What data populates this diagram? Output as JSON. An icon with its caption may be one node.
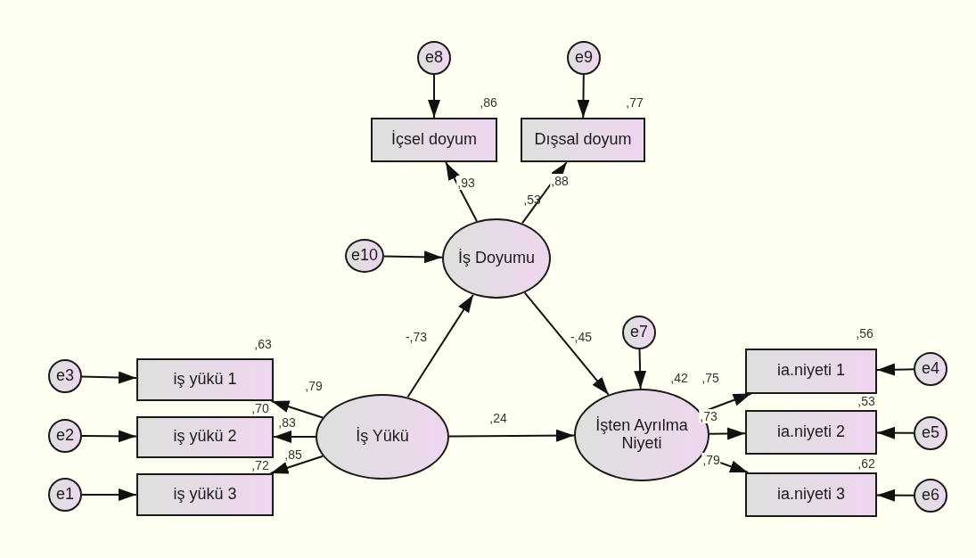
{
  "diagram": {
    "nodes": [
      {
        "text": [
          "e8"
        ]
      },
      {
        "text": [
          "e9"
        ]
      },
      {
        "text": [
          "İçsel doyum"
        ],
        "beside": [
          ",86"
        ]
      },
      {
        "text": [
          "Dışsal doyum"
        ],
        "beside": [
          ",77"
        ]
      },
      {
        "text": [
          "e10"
        ]
      },
      {
        "text": [
          "İş Doyumu"
        ],
        "beside": [
          ",53"
        ]
      },
      {
        "text": [
          "e3"
        ]
      },
      {
        "text": [
          "iş yükü 1"
        ],
        "beside": [
          ",63"
        ]
      },
      {
        "text": [
          "e2"
        ]
      },
      {
        "text": [
          "iş yükü 2"
        ],
        "beside": [
          ",70"
        ]
      },
      {
        "text": [
          "e1"
        ]
      },
      {
        "text": [
          "iş yükü 3"
        ],
        "beside": [
          ",72"
        ]
      },
      {
        "text": [
          "İş Yükü"
        ]
      },
      {
        "text": [
          "e7"
        ]
      },
      {
        "text": [
          "İşten Ayrılma Niyeti"
        ],
        "beside": [
          ",42"
        ]
      },
      {
        "text": [
          "ia.niyeti 1"
        ],
        "beside": [
          ",56"
        ]
      },
      {
        "text": [
          "ia.niyeti 2"
        ],
        "beside": [
          ",53"
        ]
      },
      {
        "text": [
          "ia.niyeti 3"
        ],
        "beside": [
          ",62"
        ]
      },
      {
        "text": [
          "e4"
        ]
      },
      {
        "text": [
          "e5"
        ]
      },
      {
        "text": [
          "e6"
        ]
      }
    ],
    "edges": [
      {
        "from": 0,
        "to": 2,
        "arrow": "to"
      },
      {
        "from": 1,
        "to": 3,
        "arrow": "to"
      },
      {
        "from": 5,
        "to": 2,
        "arrow": "to",
        "label": ",93"
      },
      {
        "from": 5,
        "to": 3,
        "arrow": "to",
        "label": ",88"
      },
      {
        "from": 4,
        "to": 5,
        "arrow": "to"
      },
      {
        "from": 6,
        "to": 7,
        "arrow": "to"
      },
      {
        "from": 8,
        "to": 9,
        "arrow": "to"
      },
      {
        "from": 10,
        "to": 11,
        "arrow": "to"
      },
      {
        "from": 12,
        "to": 7,
        "arrow": "to",
        "label": ",79"
      },
      {
        "from": 12,
        "to": 9,
        "arrow": "to",
        "label": ",83"
      },
      {
        "from": 12,
        "to": 11,
        "arrow": "to",
        "label": ",85"
      },
      {
        "from": 12,
        "to": 5,
        "arrow": "to",
        "label": "-,73"
      },
      {
        "from": 5,
        "to": 14,
        "arrow": "to",
        "label": "-,45"
      },
      {
        "from": 12,
        "to": 14,
        "arrow": "to",
        "label": ",24"
      },
      {
        "from": 13,
        "to": 14,
        "arrow": "to"
      },
      {
        "from": 14,
        "to": 15,
        "arrow": "to",
        "label": ",75"
      },
      {
        "from": 14,
        "to": 16,
        "arrow": "to",
        "label": ",73"
      },
      {
        "from": 14,
        "to": 17,
        "arrow": "to",
        "label": ",79"
      },
      {
        "from": 18,
        "to": 15,
        "arrow": "to"
      },
      {
        "from": 19,
        "to": 16,
        "arrow": "to"
      },
      {
        "from": 20,
        "to": 17,
        "arrow": "to"
      }
    ]
  }
}
